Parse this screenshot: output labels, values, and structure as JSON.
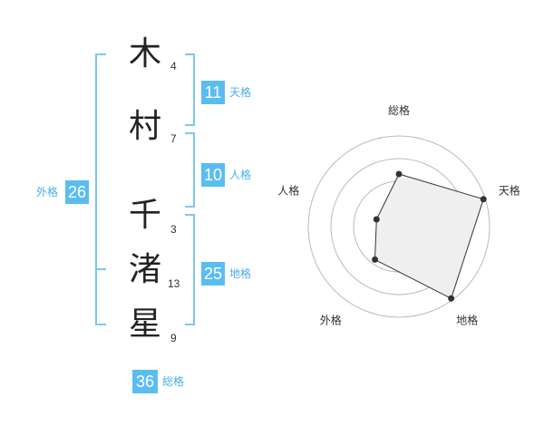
{
  "name": {
    "characters": [
      {
        "char": "木",
        "strokes": "4"
      },
      {
        "char": "村",
        "strokes": "7"
      },
      {
        "char": "千",
        "strokes": "3"
      },
      {
        "char": "渚",
        "strokes": "13"
      },
      {
        "char": "星",
        "strokes": "9"
      }
    ]
  },
  "fortune": {
    "tenkaku": {
      "value": "11",
      "label": "天格"
    },
    "jinkaku": {
      "value": "10",
      "label": "人格"
    },
    "chikaku": {
      "value": "25",
      "label": "地格"
    },
    "gaikaku": {
      "value": "26",
      "label": "外格"
    },
    "soukaku": {
      "value": "36",
      "label": "総格"
    }
  },
  "colors": {
    "accent": "#5bbcf2",
    "bracket": "#7cc7f0"
  },
  "chart_data": {
    "type": "radar",
    "axes": [
      "総格",
      "天格",
      "地格",
      "外格",
      "人格"
    ],
    "values": [
      0.58,
      0.98,
      0.98,
      0.45,
      0.26
    ],
    "rings": 4,
    "scale_max": 1
  }
}
